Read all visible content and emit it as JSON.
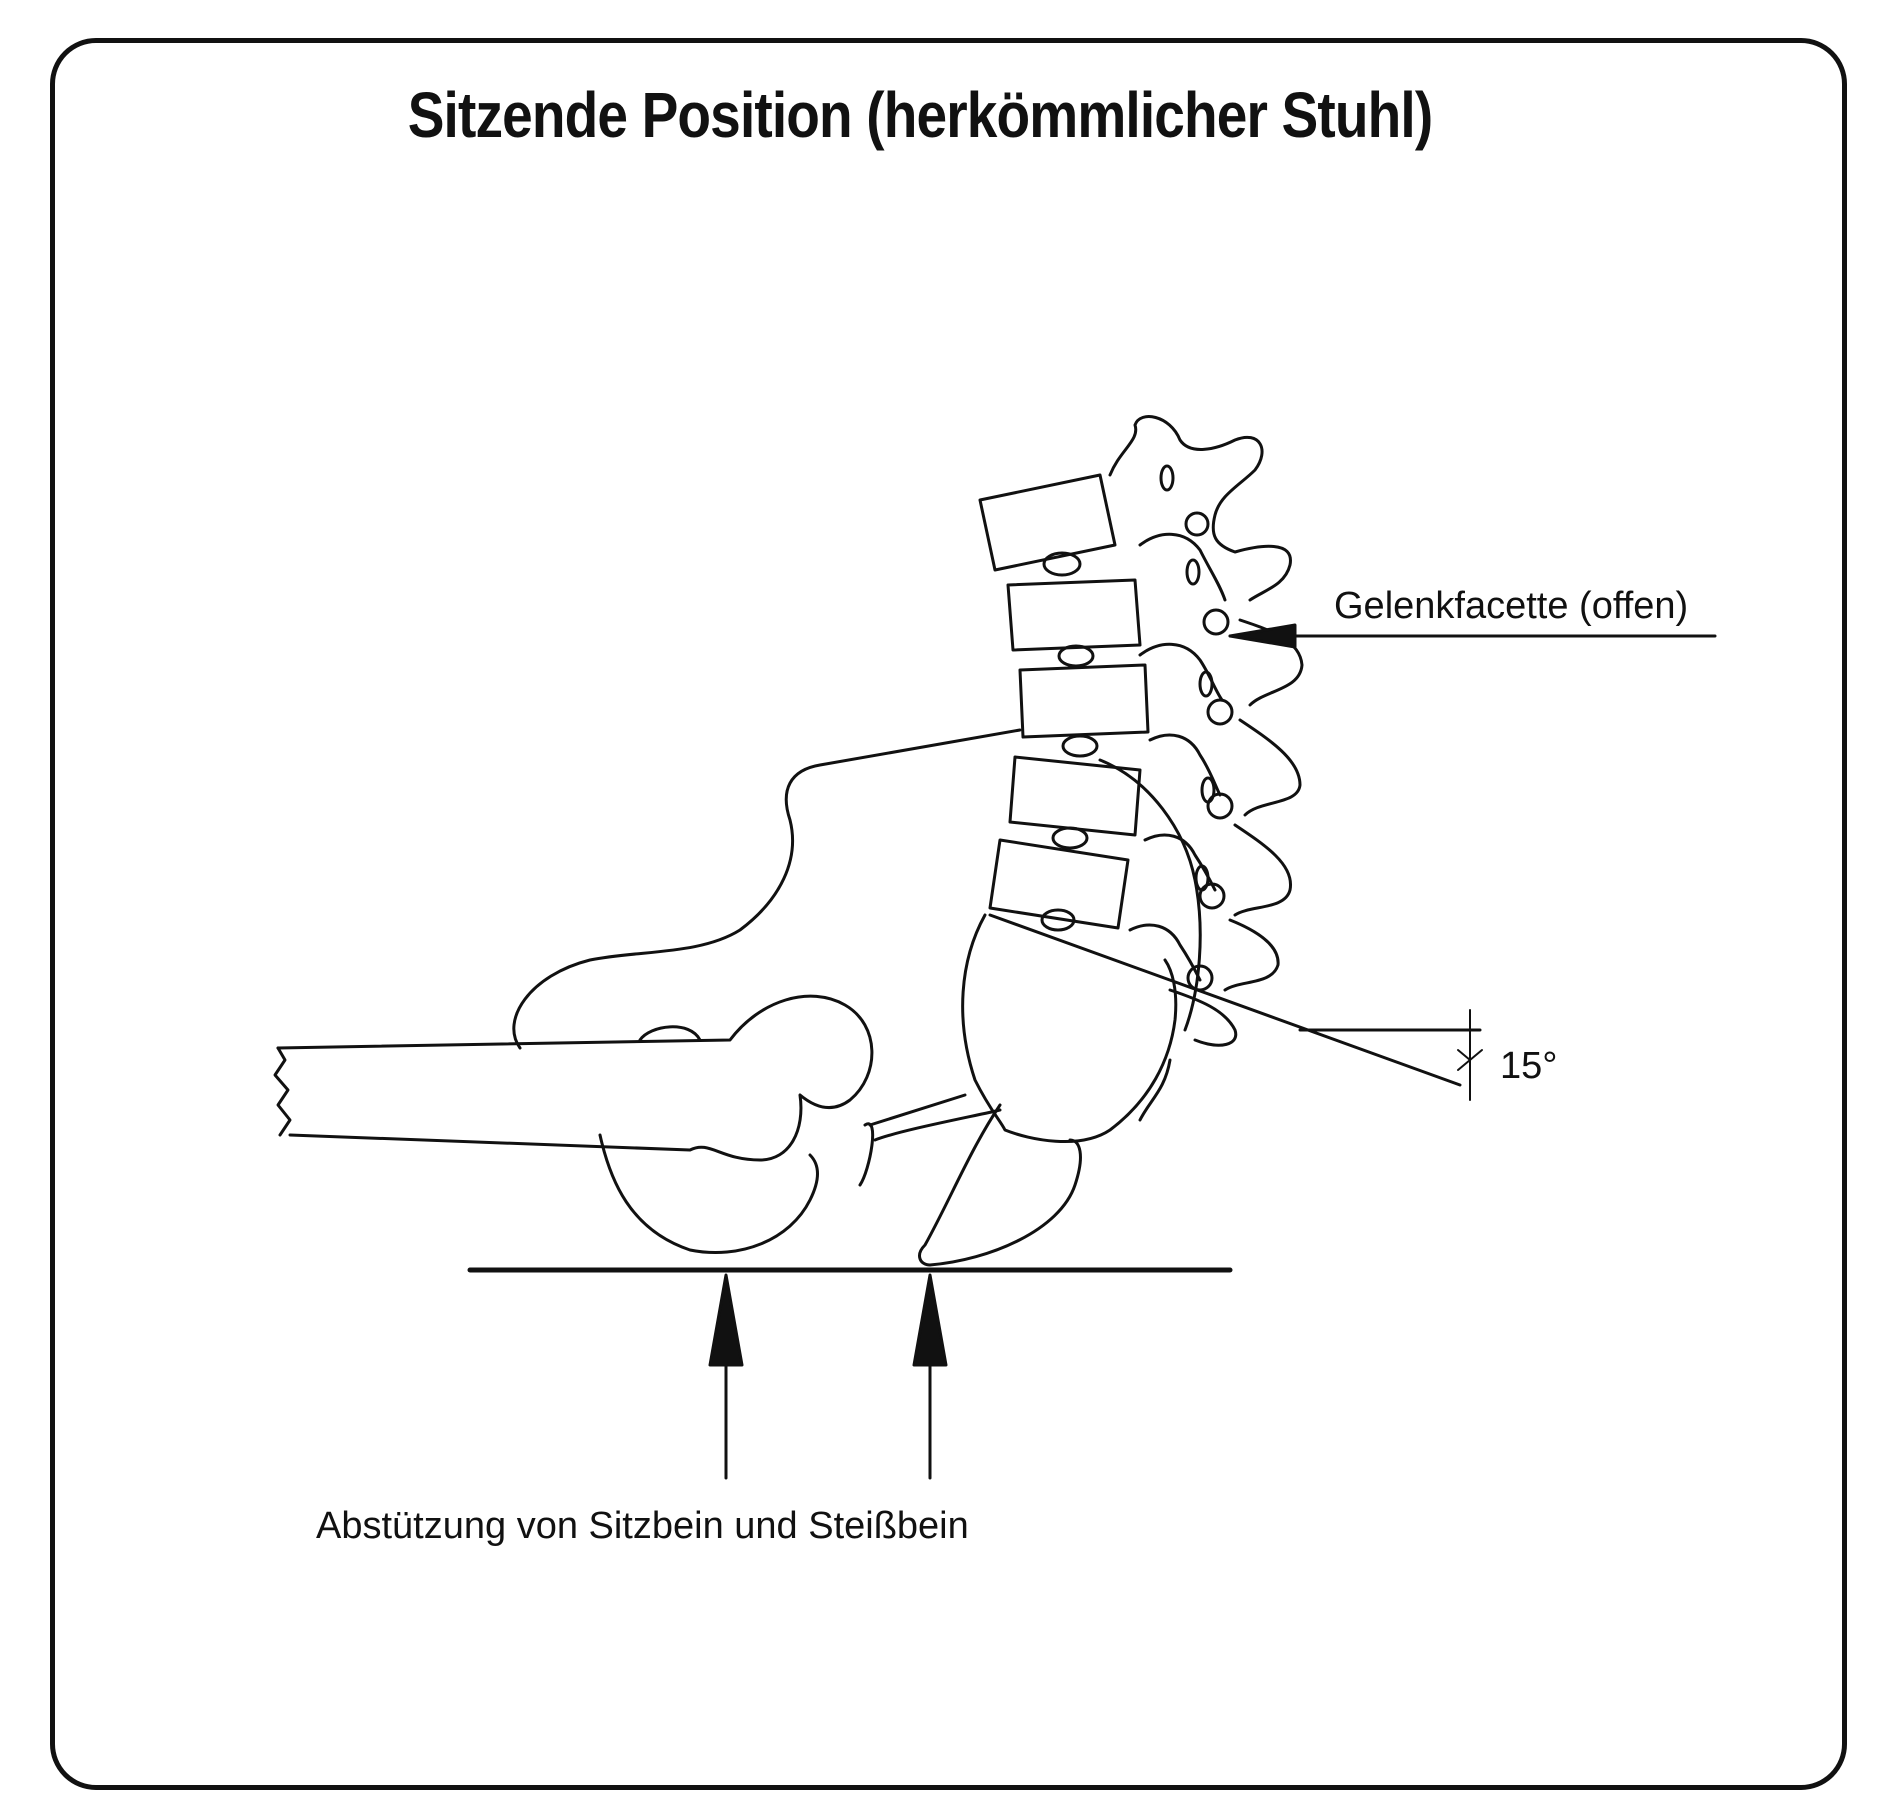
{
  "title": "Sitzende Position (herkömmlicher Stuhl)",
  "labels": {
    "facet_joint": "Gelenkfacette (offen)",
    "angle": "15°",
    "support": "Abstützung von Sitzbein und Steißbein"
  }
}
